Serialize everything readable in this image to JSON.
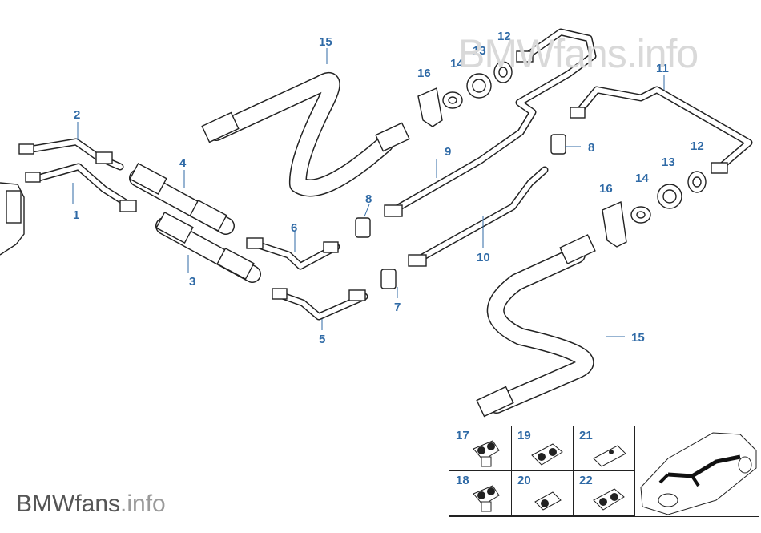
{
  "watermark": {
    "brand": "BMWfans",
    "suffix": ".info"
  },
  "callouts": {
    "p1": "1",
    "p2": "2",
    "p3": "3",
    "p4": "4",
    "p5": "5",
    "p6": "6",
    "p7": "7",
    "p8a": "8",
    "p8b": "8",
    "p9": "9",
    "p10": "10",
    "p11": "11",
    "p12a": "12",
    "p12b": "12",
    "p13a": "13",
    "p13b": "13",
    "p14a": "14",
    "p14b": "14",
    "p15a": "15",
    "p15b": "15",
    "p16a": "16",
    "p16b": "16"
  },
  "clip_grid": {
    "cells": [
      {
        "label": "17"
      },
      {
        "label": "19"
      },
      {
        "label": "21"
      },
      {
        "label": "18"
      },
      {
        "label": "20"
      },
      {
        "label": "22"
      }
    ]
  }
}
